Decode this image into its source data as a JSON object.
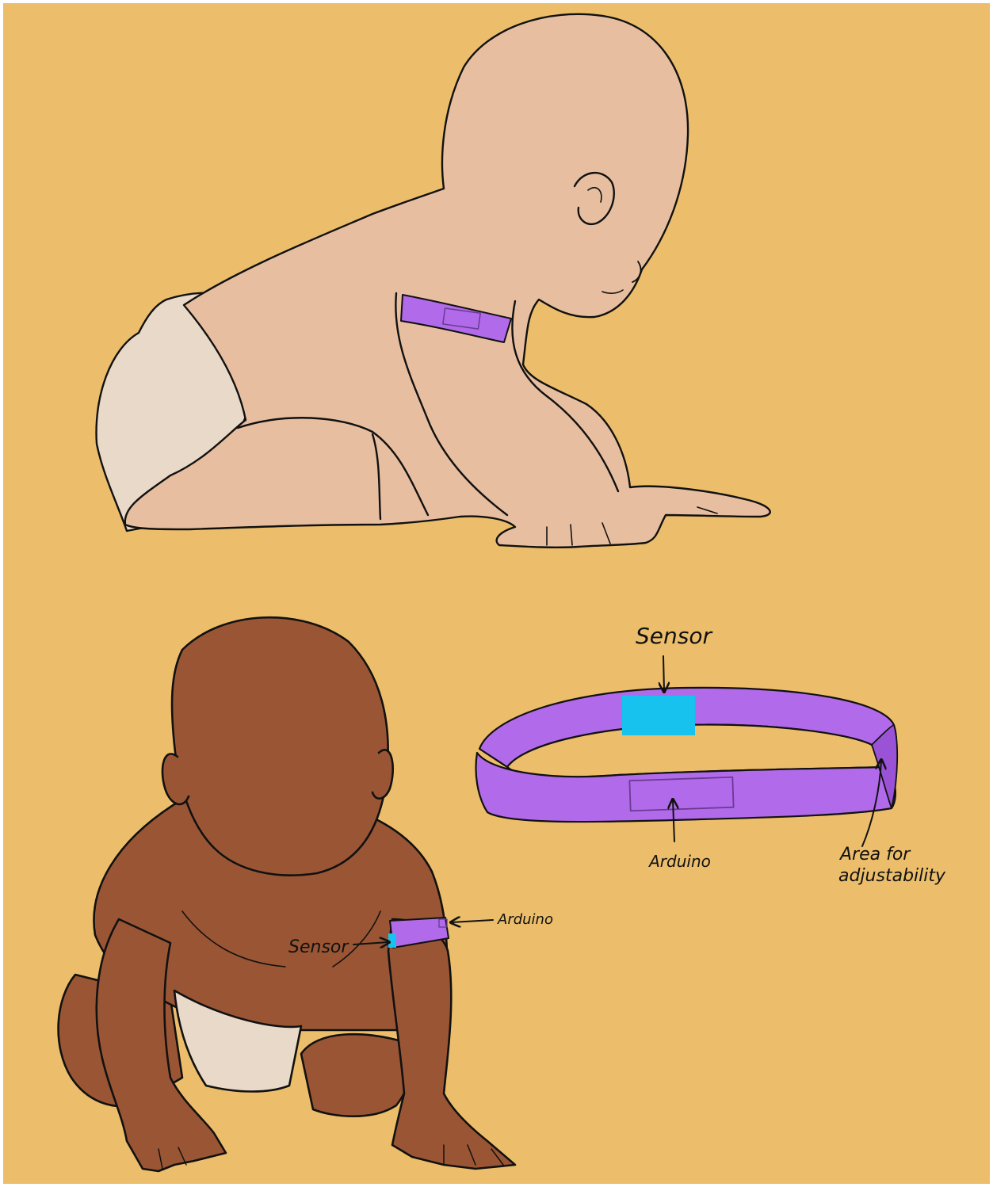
{
  "colors": {
    "background": "#ECBE6B",
    "light_skin": "#E7BFA0",
    "dark_skin": "#9A5634",
    "diaper": "#E9D9C8",
    "band": "#B16AEA",
    "band_dark": "#9A52D6",
    "sensor": "#17C3EE",
    "outline": "#111111"
  },
  "labels": {
    "band_sensor": "Sensor",
    "band_arduino": "Arduino",
    "band_adjust_line1": "Area for",
    "band_adjust_line2": "adjustability",
    "arm_sensor": "Sensor",
    "arm_arduino": "Arduino"
  },
  "icons": {
    "arrow": "arrow-icon"
  }
}
